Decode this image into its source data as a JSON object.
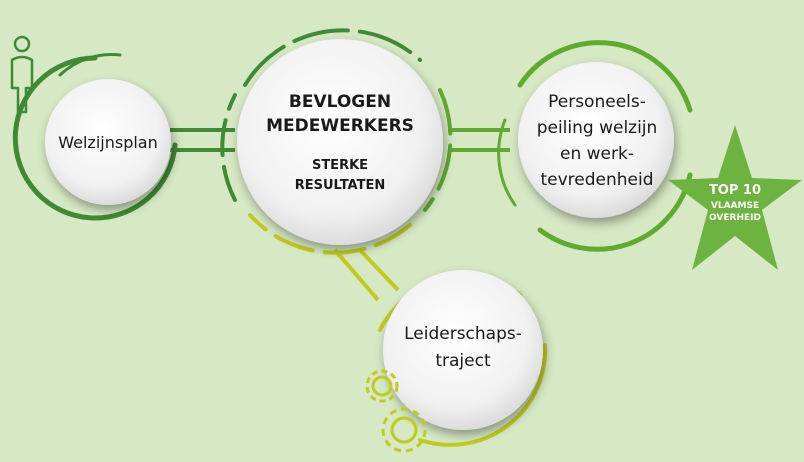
{
  "center": {
    "line1": "BEVLOGEN",
    "line2": "MEDEWERKERS",
    "line3": "STERKE",
    "line4": "RESULTATEN"
  },
  "left": {
    "label": "Welzijnsplan",
    "icon": "person-icon"
  },
  "right": {
    "line1": "Personeels-",
    "line2": "peiling welzijn",
    "line3": "en werk-",
    "line4": "tevredenheid"
  },
  "bottom": {
    "line1": "Leiderschaps-",
    "line2": "traject",
    "icon": "gears-icon"
  },
  "badge": {
    "line1": "TOP 10",
    "line2": "VLAAMSE",
    "line3": "OVERHEID"
  },
  "colors": {
    "background": "#d6e8c4",
    "dark_green": "#3f8a34",
    "mid_green": "#5fab2e",
    "yellow_green": "#bfcc1e",
    "star_green": "#6db33f",
    "node_fill": "#f2f2f2"
  }
}
